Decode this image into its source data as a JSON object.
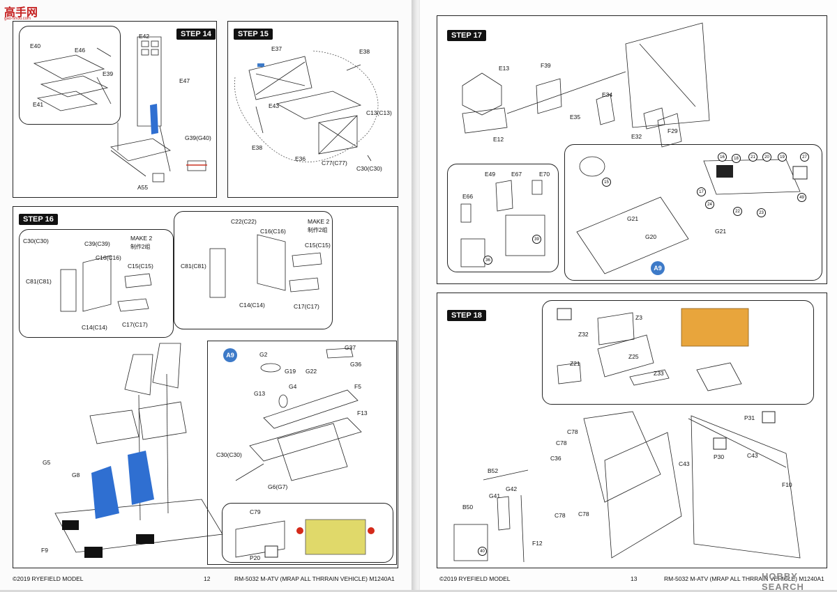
{
  "watermark": {
    "brand": "高手网",
    "brand_url": "gao-shou.com",
    "bottom_right": "HOBBY SEARCH"
  },
  "left_page": {
    "footer_copyright": "©2019 RYEFIELD MODEL",
    "page_number": "12",
    "footer_title": "RM-5032 M-ATV (MRAP ALL THRRAIN VEHICLE) M1240A1",
    "step14": {
      "badge": "STEP 14",
      "labels": [
        "E40",
        "E46",
        "E39",
        "E41",
        "E42",
        "E47",
        "G39(G40)",
        "A55"
      ]
    },
    "step15": {
      "badge": "STEP 15",
      "labels": [
        "E37",
        "E38",
        "E43",
        "C13(C13)",
        "E38",
        "E36",
        "C77(C77)",
        "C30(C30)"
      ]
    },
    "step16": {
      "badge": "STEP 16",
      "callout_left": {
        "labels": [
          "C30(C30)",
          "C39(C39)",
          "C16(C16)",
          "C15(C15)",
          "C81(C81)",
          "C14(C14)",
          "C17(C17)"
        ],
        "make": "MAKE 2",
        "make_cn": "制作2组"
      },
      "callout_right": {
        "labels": [
          "C22(C22)",
          "C16(C16)",
          "C15(C15)",
          "C81(C81)",
          "C14(C14)",
          "C17(C17)"
        ],
        "make": "MAKE 2",
        "make_cn": "制作2组"
      },
      "main_labels": [
        "G5",
        "G8",
        "F9"
      ]
    },
    "a9_box": {
      "badge": "A9",
      "labels": [
        "G2",
        "G37",
        "G19",
        "G22",
        "G36",
        "G4",
        "G13",
        "F5",
        "F13",
        "C30(C30)",
        "G6(G7)",
        "C79",
        "P20"
      ]
    }
  },
  "right_page": {
    "footer_copyright": "©2019 RYEFIELD MODEL",
    "page_number": "13",
    "footer_title": "RM-5032 M-ATV (MRAP ALL THRRAIN VEHICLE) M1240A1",
    "step17": {
      "badge": "STEP 17",
      "labels": [
        "E13",
        "F39",
        "E34",
        "E35",
        "E12",
        "E32",
        "F29"
      ],
      "sub_labels": [
        "E49",
        "E67",
        "E70",
        "E66"
      ],
      "dash_labels": [
        "G21",
        "G20",
        "G21"
      ],
      "a9": "A9",
      "decal_numbers": [
        "16",
        "18",
        "21",
        "20",
        "19",
        "27",
        "17",
        "24",
        "22",
        "23",
        "49",
        "15",
        "36",
        "39"
      ]
    },
    "step18": {
      "badge": "STEP 18",
      "callout_labels": [
        "Z3",
        "Z32",
        "Z21",
        "Z25",
        "Z33"
      ],
      "labels": [
        "C78",
        "C78",
        "C36",
        "B52",
        "G42",
        "G41",
        "B50",
        "C78",
        "C78",
        "F12",
        "P31",
        "C43",
        "P30",
        "C43",
        "F10"
      ],
      "decal_number": "40"
    }
  },
  "colors": {
    "badge": "#111111",
    "a9_blue": "#3d7ac8",
    "seat_blue": "#2f6fd1",
    "photoetch_yellow": "#e0d96a",
    "photoetch_orange": "#e8a53c",
    "red_lens": "#d42a1a"
  }
}
